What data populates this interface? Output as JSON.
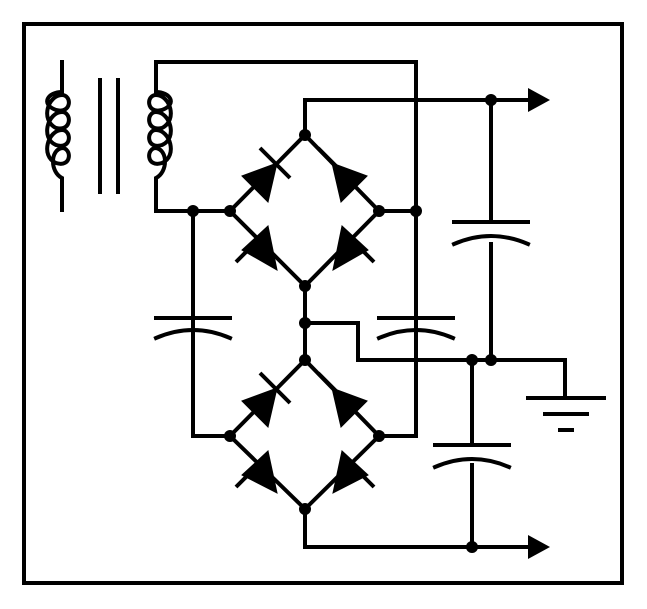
{
  "diagram": {
    "type": "circuit-schematic",
    "colors": {
      "line": "#000000",
      "background": "#ffffff"
    },
    "components": [
      {
        "kind": "transformer",
        "icon": "transformer-icon"
      },
      {
        "kind": "diode-bridge",
        "position": "upper",
        "diodes": 4
      },
      {
        "kind": "diode-bridge",
        "position": "lower",
        "diodes": 4
      },
      {
        "kind": "capacitor",
        "count": 4
      },
      {
        "kind": "ground",
        "icon": "ground-icon"
      },
      {
        "kind": "output-arrow",
        "count": 2
      }
    ]
  }
}
